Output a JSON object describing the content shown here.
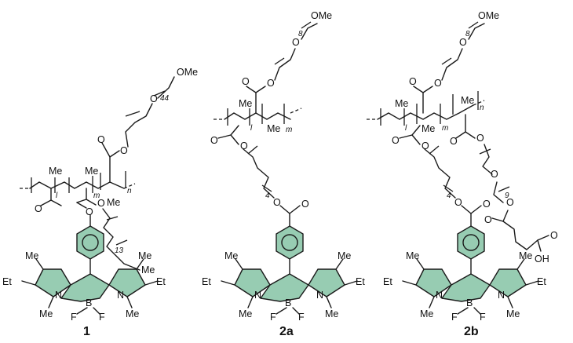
{
  "compounds": [
    {
      "label": "1",
      "subscripts": {
        "l": "l",
        "m": "m",
        "n": "n",
        "peg": "44",
        "chain": "13"
      },
      "groups": {
        "me": "Me",
        "ome": "OMe",
        "et": "Et",
        "end": "Me"
      }
    },
    {
      "label": "2a",
      "subscripts": {
        "l": "l",
        "m": "m",
        "peg": "8",
        "chain": "4"
      },
      "groups": {
        "me": "Me",
        "ome": "OMe",
        "et": "Et"
      }
    },
    {
      "label": "2b",
      "subscripts": {
        "l": "l",
        "m": "m",
        "n": "n",
        "peg": "8",
        "chain": "4",
        "peg2": "9"
      },
      "groups": {
        "me": "Me",
        "ome": "OMe",
        "et": "Et",
        "oh": "OH"
      }
    }
  ],
  "atoms": {
    "O": "O",
    "N": "N",
    "B": "B",
    "F": "F"
  },
  "colors": {
    "bodipy_fill": "#6fb894",
    "ink": "#1a1a1a"
  }
}
